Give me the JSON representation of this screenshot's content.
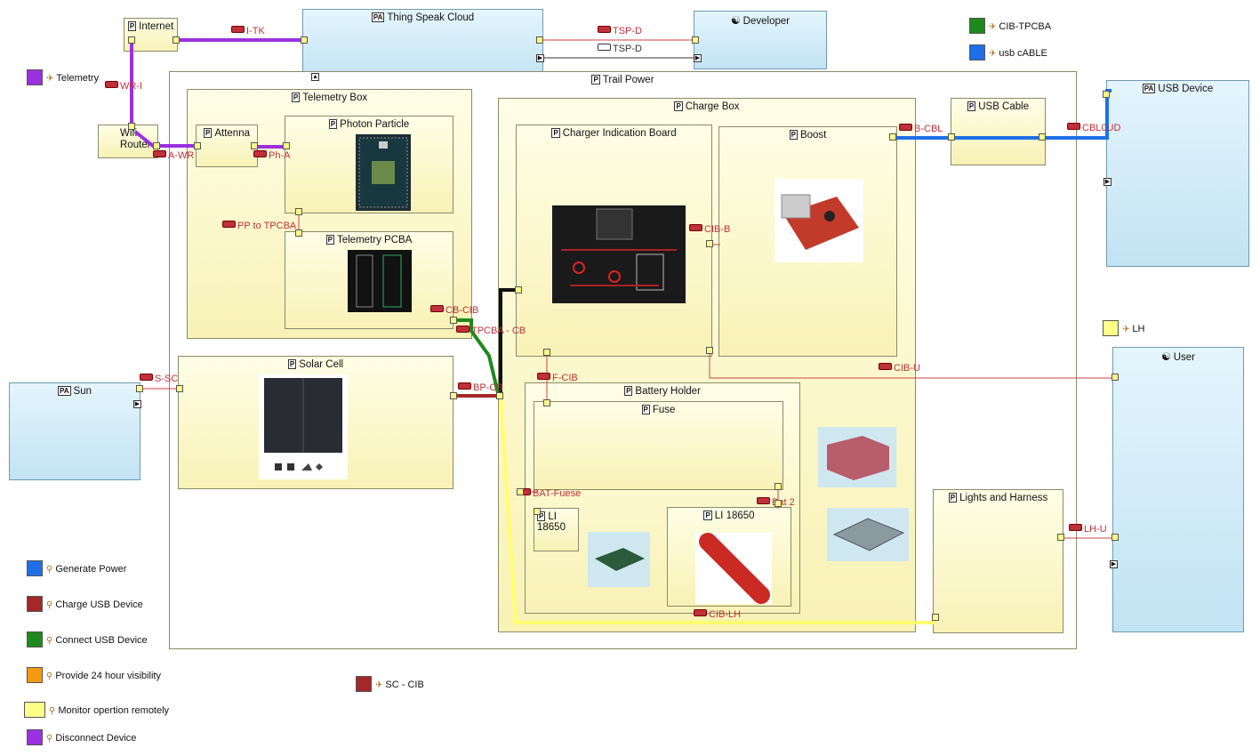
{
  "blocks": {
    "internet": "Internet",
    "thingspeak": "Thing Speak Cloud",
    "developer": "Developer",
    "trail_power": "Trail Power",
    "telemetry_box": "Telemetry Box",
    "photon": "Photon Particle",
    "telemetry_pcba": "Telemetry PCBA",
    "attenna": "Attenna",
    "wifi_router": "Wifi Router",
    "charge_box": "Charge Box",
    "charger_board": "Charger Indication Board",
    "boost": "Boost",
    "usb_cable": "USB Cable",
    "usb_device": "USB Device",
    "solar_cell": "Solar Cell",
    "sun": "Sun",
    "battery_holder": "Battery Holder",
    "fuse": "Fuse",
    "li_small": "LI 18650",
    "li_large": "LI 18650",
    "lights": "Lights and Harness",
    "user": "User"
  },
  "connectors": {
    "i_tk": "I-TK",
    "tsp_d1": "TSP-D",
    "tsp_d2": "TSP-D",
    "wr_i": "WR-I",
    "a_wr": "A-WR",
    "ph_a": "Ph-A",
    "pp_tpcba": "PP to TPCBA",
    "cb_cib": "CB-CIB",
    "tpcba_cb": "TPCBA - CB",
    "cib_b": "CIB-B",
    "b_cbl": "B-CBL",
    "cblud": "CBL0UD",
    "cib_u": "CIB-U",
    "s_sc": "S-SC",
    "bp_cb": "BP-CB",
    "f_cib": "F-CIB",
    "bat_fuse": "BAT-Fuese",
    "bat2": "Bat 2",
    "cib_lh": "CIB-LH",
    "lh_u": "LH-U"
  },
  "legend": {
    "top": [
      {
        "label": "CIB-TPCBA",
        "color": "#1e8a1e"
      },
      {
        "label": "usb cABLE",
        "color": "#1f6fe8"
      }
    ],
    "telemetry": {
      "label": "Telemetry",
      "color": "#9b30e0"
    },
    "lh": {
      "label": "LH",
      "color": "#ffff88"
    },
    "sc_cib": {
      "label": "SC - CIB",
      "color": "#a52828"
    },
    "bottom": [
      {
        "label": "Generate Power",
        "color": "#1f6fe8"
      },
      {
        "label": "Charge USB Device",
        "color": "#a52828"
      },
      {
        "label": "Connect USB Device",
        "color": "#1e8a1e"
      },
      {
        "label": "Provide 24 hour visibility",
        "color": "#f59a10"
      },
      {
        "label": "Monitor opertion remotely",
        "color": "#ffff88"
      },
      {
        "label": "Disconnect Device",
        "color": "#9b30e0"
      }
    ]
  },
  "colors": {
    "telemetry_line": "#9b30e0",
    "usb_line": "#1f6fe8",
    "cib_tpcba_line": "#1e8a1e",
    "sc_cib_line": "#a52828",
    "lh_line": "#ffff70",
    "connector_text": "#c0303a"
  }
}
